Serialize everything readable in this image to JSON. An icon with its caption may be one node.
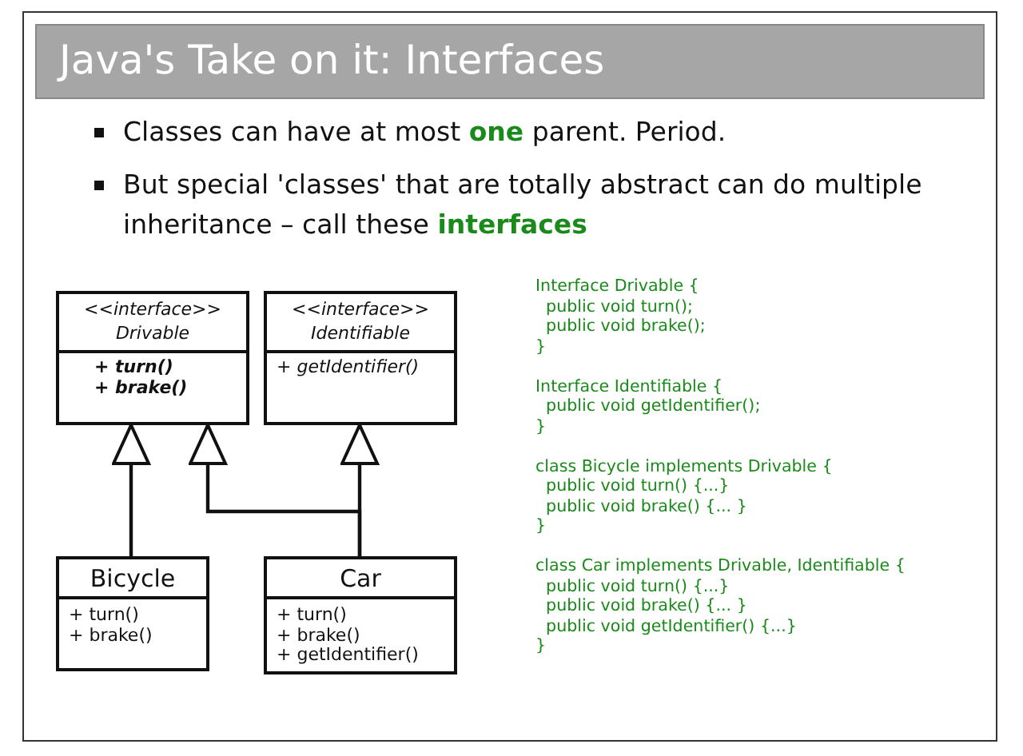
{
  "diagram": {
    "title": "Java's Take on it: Interfaces",
    "nodes": [
      {
        "text": [
          "<<interface>>",
          "Drivable",
          "+ turn()",
          "+ brake()"
        ]
      },
      {
        "text": [
          "<<interface>>",
          "Identifiable",
          "+ getIdentifier()"
        ]
      },
      {
        "text": [
          "Bicycle",
          "+ turn()",
          "+ brake()"
        ]
      },
      {
        "text": [
          "Car",
          "+ turn()",
          "+ brake()",
          "+ getIdentifier()"
        ]
      }
    ],
    "edges": [
      {
        "from": 2,
        "to": 0,
        "arrow": "to"
      },
      {
        "from": 3,
        "to": 0,
        "arrow": "to"
      },
      {
        "from": 3,
        "to": 1,
        "arrow": "to"
      }
    ],
    "labels": [
      "Classes can have at most **one** parent. Period.",
      "But special 'classes' that are totally abstract can do multiple inheritance – call these **interfaces**",
      "Interface Drivable {",
      "  public void turn();",
      "  public void brake();",
      "}",
      "Interface Identifiable {",
      "  public void getIdentifier();",
      "}",
      "class Bicycle implements Drivable {",
      "  public void turn() {...}",
      "  public void brake() {... }",
      "}",
      "class Car implements Drivable, Identifiable {",
      "  public void turn() {...}",
      "  public void brake() {... }",
      "  public void getIdentifier() {...}",
      "}"
    ]
  }
}
